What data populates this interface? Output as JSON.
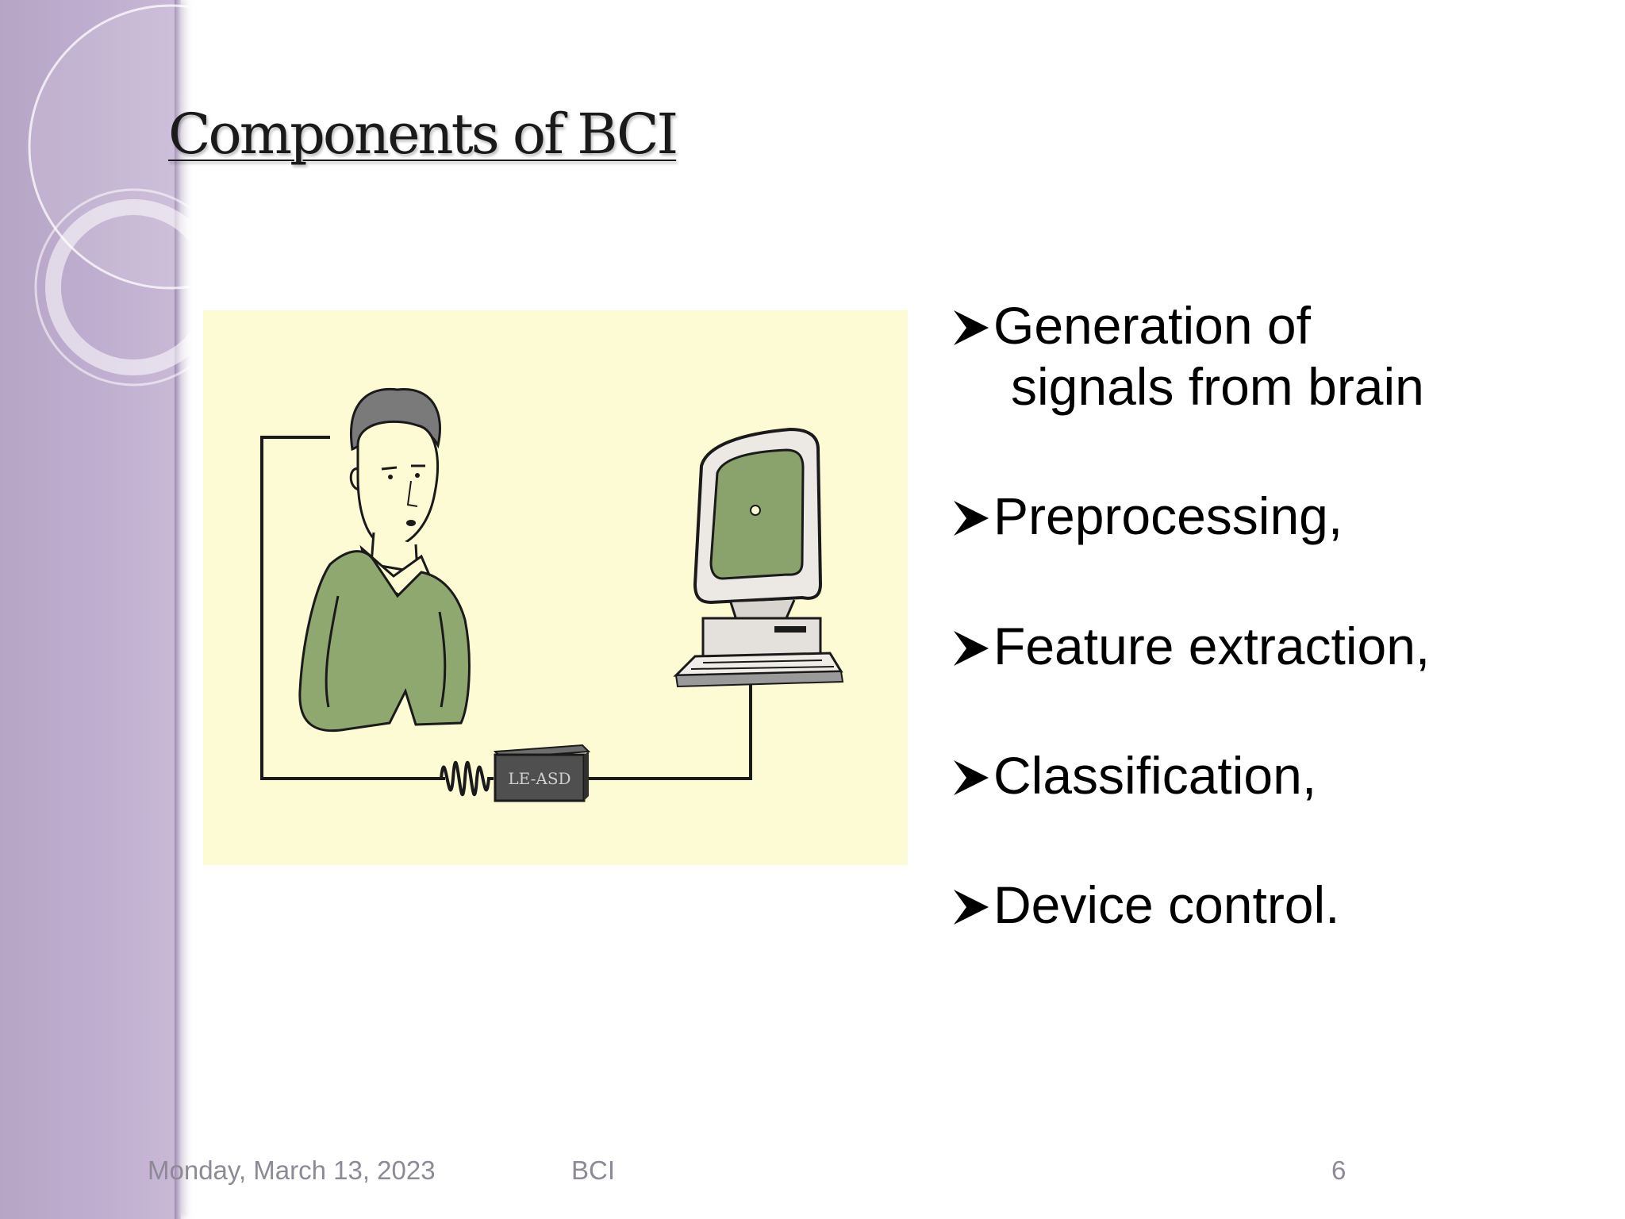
{
  "slide": {
    "title": "Components of BCI",
    "figure": {
      "box_label": "LE-ASD",
      "bg_color": "#fdfbd3"
    },
    "bullets": [
      {
        "line1": "Generation of",
        "line2": "signals from brain"
      },
      {
        "line1": "Preprocessing,"
      },
      {
        "line1": "Feature extraction,"
      },
      {
        "line1": "Classification,"
      },
      {
        "line1": "Device control."
      }
    ],
    "bullet_icon": "arrowhead-bullet-icon"
  },
  "footer": {
    "date": "Monday, March 13, 2023",
    "title": "BCI",
    "page": "6"
  },
  "theme": {
    "band_color": "#bfaecf",
    "footer_color": "#8d8996"
  }
}
